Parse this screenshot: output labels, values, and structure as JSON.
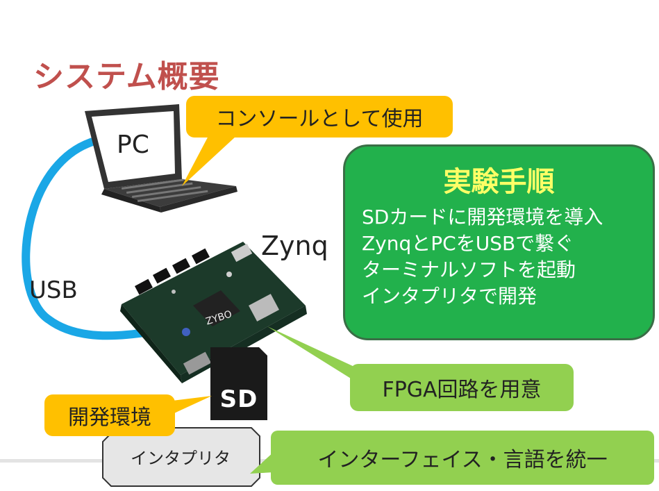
{
  "title": "システム概要",
  "labels": {
    "pc": "PC",
    "usb": "USB",
    "zynq": "Zynq"
  },
  "callouts": {
    "console": "コンソールとして使用",
    "dev_env": "開発環境",
    "fpga": "FPGA回路を用意",
    "interface": "インターフェイス・言語を統一"
  },
  "steps_box": {
    "title": "実験手順",
    "steps": [
      "SDカードに開発環境を導入",
      "ZynqとPCをUSBで繋ぐ",
      "ターミナルソフトを起動",
      "インタプリタで開発"
    ]
  },
  "interpreter_box": "インタプリタ",
  "sd_card": "SD",
  "board_brand": "ZYBO",
  "colors": {
    "title": "#c0504d",
    "callout_orange": "#ffc000",
    "callout_green": "#92d050",
    "steps_bg": "#22b14c",
    "steps_title": "#ffff66",
    "usb_cable": "#1aa7e6"
  }
}
